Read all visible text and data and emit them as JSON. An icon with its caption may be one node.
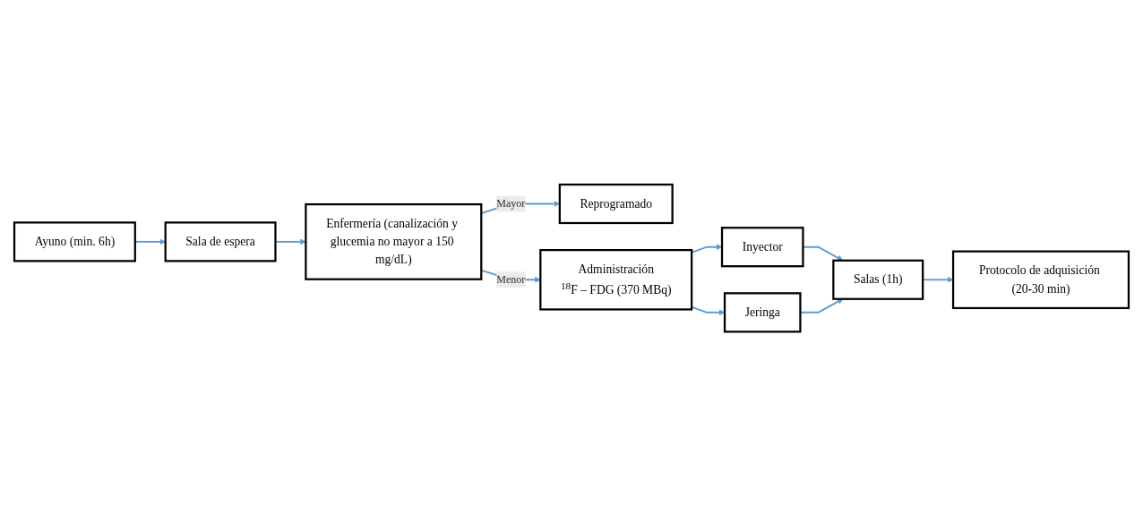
{
  "diagram": {
    "nodes": [
      {
        "text": [
          "Ayuno (min. 6h)"
        ]
      },
      {
        "text": [
          "Sala de espera"
        ]
      },
      {
        "text": [
          "Enfermería (canalización y glucemia no mayor a 150 mg/dL)"
        ]
      },
      {
        "text": [
          "Reprogramado"
        ]
      },
      {
        "text": [
          "Administración",
          "$^{18}$F – FDG (370 MBq)"
        ]
      },
      {
        "text": [
          "Inyector"
        ]
      },
      {
        "text": [
          "Jeringa"
        ]
      },
      {
        "text": [
          "Salas (1h)"
        ]
      },
      {
        "text": [
          "Protocolo de adquisición (20-30 min)"
        ]
      }
    ],
    "edges": [
      {
        "from": 0,
        "to": 1,
        "arrow": "to"
      },
      {
        "from": 1,
        "to": 2,
        "arrow": "to"
      },
      {
        "from": 2,
        "to": 3,
        "arrow": "to",
        "label": "Mayor"
      },
      {
        "from": 2,
        "to": 4,
        "arrow": "to",
        "label": "Menor"
      },
      {
        "from": 4,
        "to": 5,
        "arrow": "to"
      },
      {
        "from": 4,
        "to": 6,
        "arrow": "to"
      },
      {
        "from": 5,
        "to": 7,
        "arrow": "to"
      },
      {
        "from": 6,
        "to": 7,
        "arrow": "to"
      },
      {
        "from": 7,
        "to": 8,
        "arrow": "to"
      }
    ]
  }
}
